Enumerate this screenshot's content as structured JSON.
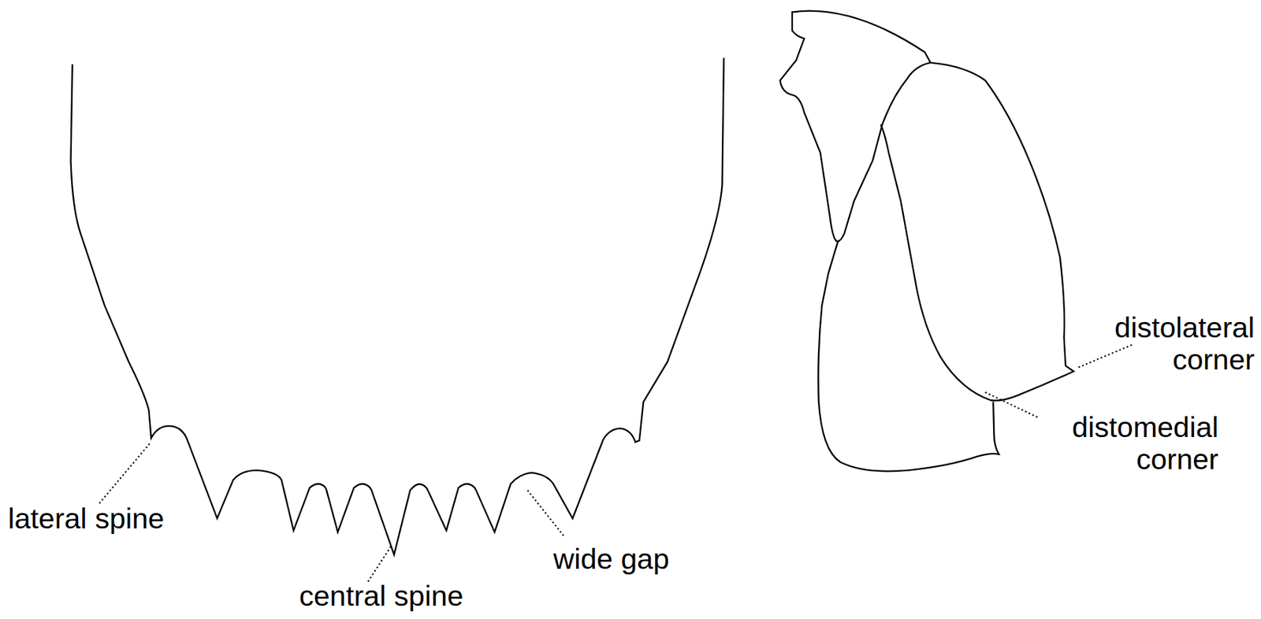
{
  "diagram": {
    "labels": [
      "lateral spine",
      "central spine",
      "wide gap",
      "distolateral corner",
      "distomedial corner"
    ]
  }
}
